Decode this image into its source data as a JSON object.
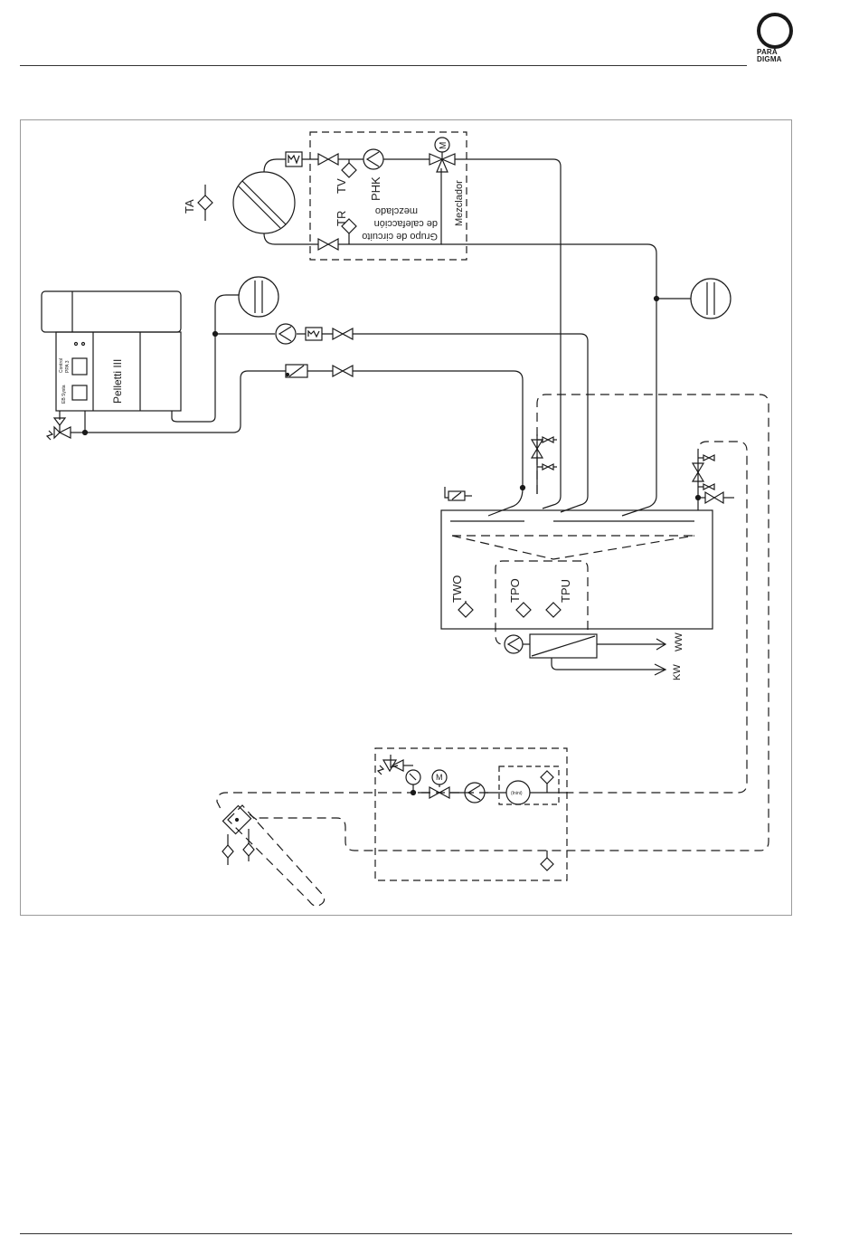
{
  "logo": {
    "line1": "PARA",
    "line2": "DIGMA"
  },
  "diagram": {
    "labels": {
      "ta": "TA",
      "tv": "TV",
      "tr": "TR",
      "phk": "PHK",
      "motor": "M",
      "mixer": "Mezclador",
      "group_line1": "Grupo de circuito",
      "group_line2": "de calefacción",
      "group_line3": "mezclado",
      "boiler": "Pelletti III",
      "control": "Control",
      "control_model": "PPA 3",
      "control_system": "EB Systa",
      "two": "TWO",
      "tpo": "TPO",
      "tpu": "TPU",
      "ww": "WW",
      "kw": "KW",
      "solar_motor": "M",
      "solar_display": "(Inini)"
    }
  }
}
